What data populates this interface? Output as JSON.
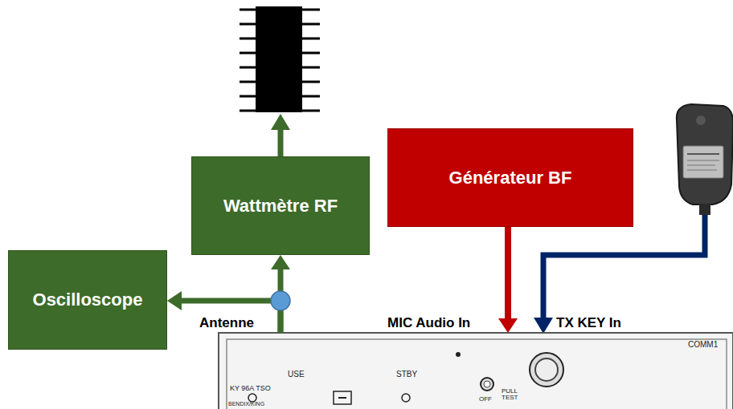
{
  "diagram": {
    "nodes": [
      {
        "text": [
          "Wattmètre RF"
        ]
      },
      {
        "text": [
          "Générateur BF"
        ]
      },
      {
        "text": [
          "Oscilloscope"
        ]
      },
      {
        "text": [
          "COMM1",
          "USE",
          "STBY",
          "KY 96A TSO",
          "BENDIX/KING",
          "OFF",
          "PULL TEST"
        ]
      }
    ],
    "edges": [
      {
        "from": 3,
        "to": 0,
        "arrow": "to"
      },
      {
        "from": 3,
        "to": 2,
        "arrow": "to"
      },
      {
        "from": 1,
        "to": 3,
        "arrow": "to"
      }
    ],
    "labels": [
      "Antenne",
      "MIC Audio In",
      "TX KEY In"
    ]
  }
}
